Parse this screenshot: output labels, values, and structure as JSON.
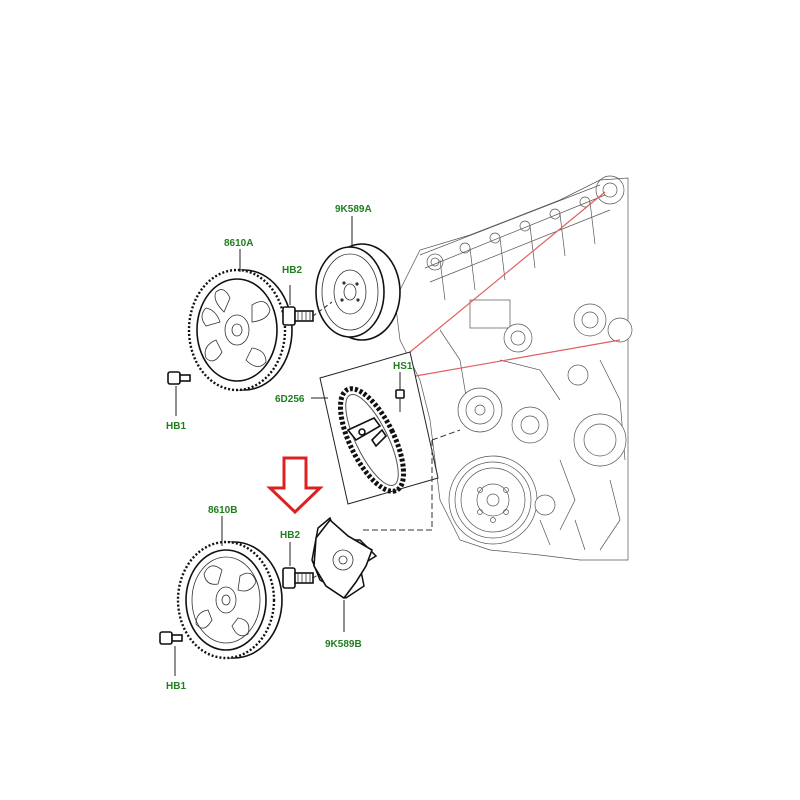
{
  "labels": {
    "pulley_top": "9K589A",
    "sprocket_top": "8610A",
    "bolt_top": "HB2",
    "chain": "6D256",
    "chain_bolt": "HS1",
    "bolt_left_top": "HB1",
    "sprocket_bottom": "8610B",
    "bolt_bottom": "HB2",
    "pulley_bottom": "9K589B",
    "bolt_left_bottom": "HB1"
  },
  "colors": {
    "label": "#1f7f1f",
    "arrow": "#e02020",
    "leader_red": "#e06060",
    "line": "#222222"
  }
}
